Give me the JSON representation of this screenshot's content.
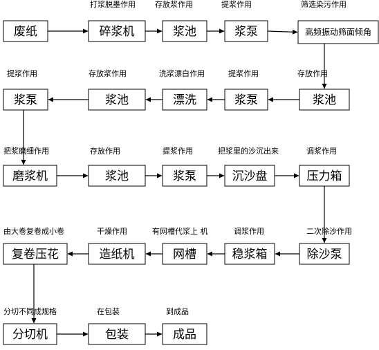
{
  "nodes": [
    {
      "id": "n1",
      "label": "废纸",
      "caption": ""
    },
    {
      "id": "n2",
      "label": "碎浆机",
      "caption": "打浆脱墨作用"
    },
    {
      "id": "n3",
      "label": "浆池",
      "caption": "存放浆作用"
    },
    {
      "id": "n4",
      "label": "浆泵",
      "caption": "提浆作用"
    },
    {
      "id": "n5",
      "label": "高频振动筛面倾角",
      "caption": "筛选染污作用"
    },
    {
      "id": "n6",
      "label": "浆池",
      "caption": "存放作用"
    },
    {
      "id": "n7",
      "label": "浆泵",
      "caption": "提浆作用"
    },
    {
      "id": "n8",
      "label": "漂洗",
      "caption": "洗浆漂白作用"
    },
    {
      "id": "n9",
      "label": "浆池",
      "caption": "存放浆作用"
    },
    {
      "id": "n10",
      "label": "浆泵",
      "caption": "提浆作用"
    },
    {
      "id": "n11",
      "label": "磨浆机",
      "caption": "把浆磨细作用"
    },
    {
      "id": "n12",
      "label": "浆池",
      "caption": "存放作用"
    },
    {
      "id": "n13",
      "label": "浆泵",
      "caption": "提浆作用"
    },
    {
      "id": "n14",
      "label": "沉沙盘",
      "caption": "把浆里的沙沉出来"
    },
    {
      "id": "n15",
      "label": "压力箱",
      "caption": "调浆作用"
    },
    {
      "id": "n16",
      "label": "除沙泵",
      "caption": "二次除沙作用"
    },
    {
      "id": "n17",
      "label": "稳浆箱",
      "caption": "调浆作用"
    },
    {
      "id": "n18",
      "label": "网槽",
      "caption": "有网槽代浆上  机"
    },
    {
      "id": "n19",
      "label": "造纸机",
      "caption": "干燥作用"
    },
    {
      "id": "n20",
      "label": "复卷压花",
      "caption": "由大卷复卷成小卷"
    },
    {
      "id": "n21",
      "label": "分切机",
      "caption": "分切不同成规格"
    },
    {
      "id": "n22",
      "label": "包装",
      "caption": "在包装"
    },
    {
      "id": "n23",
      "label": "成品",
      "caption": "到成品"
    }
  ],
  "edges": [
    [
      "n1",
      "n2"
    ],
    [
      "n2",
      "n3"
    ],
    [
      "n3",
      "n4"
    ],
    [
      "n4",
      "n5"
    ],
    [
      "n5",
      "n6"
    ],
    [
      "n6",
      "n7"
    ],
    [
      "n7",
      "n8"
    ],
    [
      "n8",
      "n9"
    ],
    [
      "n9",
      "n10"
    ],
    [
      "n10",
      "n11"
    ],
    [
      "n11",
      "n12"
    ],
    [
      "n12",
      "n13"
    ],
    [
      "n13",
      "n14"
    ],
    [
      "n14",
      "n15"
    ],
    [
      "n15",
      "n16"
    ],
    [
      "n16",
      "n17"
    ],
    [
      "n17",
      "n18"
    ],
    [
      "n18",
      "n19"
    ],
    [
      "n19",
      "n20"
    ],
    [
      "n20",
      "n21"
    ],
    [
      "n21",
      "n22"
    ],
    [
      "n22",
      "n23"
    ]
  ]
}
